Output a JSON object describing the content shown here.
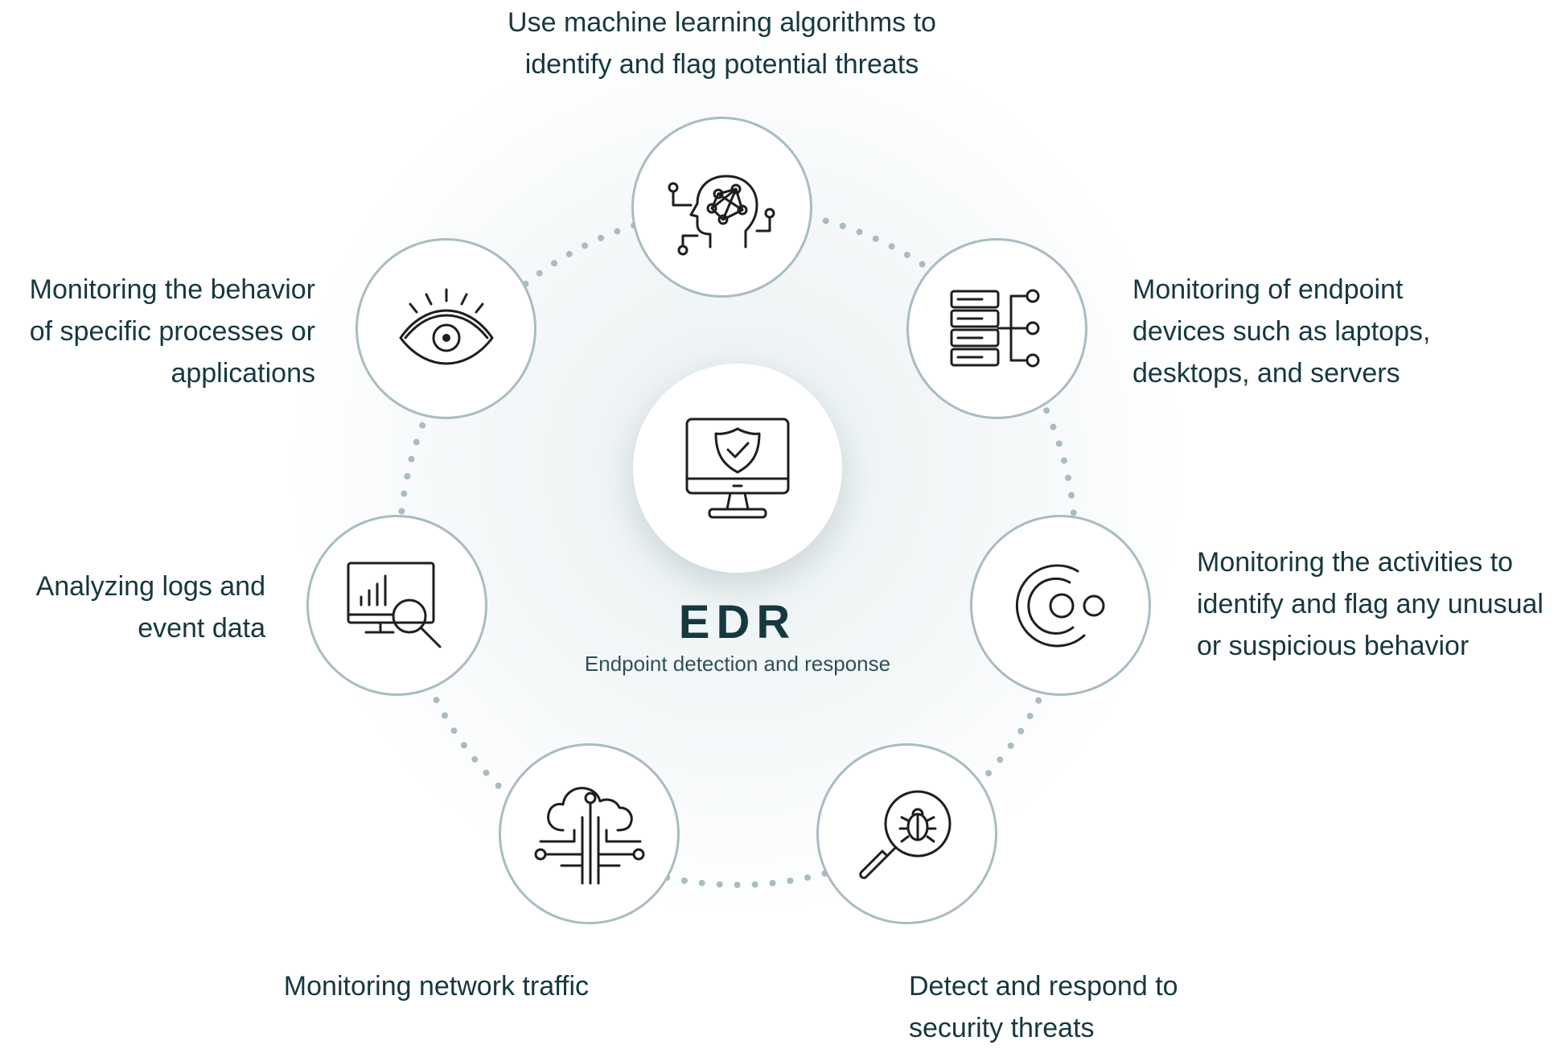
{
  "center": {
    "title": "EDR",
    "subtitle": "Endpoint detection and response",
    "icon": "monitor-shield-icon"
  },
  "features": [
    {
      "icon": "ai-head-icon",
      "text": "Use machine learning algorithms to identify and flag potential threats"
    },
    {
      "icon": "server-network-icon",
      "text": "Monitoring of endpoint devices such as laptops, desktops, and servers"
    },
    {
      "icon": "target-activity-icon",
      "text": "Monitoring the activities to identify and flag any unusual or suspicious behavior"
    },
    {
      "icon": "bug-search-icon",
      "text": "Detect and respond to security threats"
    },
    {
      "icon": "cloud-network-icon",
      "text": "Monitoring network traffic"
    },
    {
      "icon": "log-analysis-icon",
      "text": "Analyzing logs and event data"
    },
    {
      "icon": "eye-icon",
      "text": "Monitoring the behavior of specific processes or applications"
    }
  ],
  "colors": {
    "text": "#16383f",
    "ring": "#a9bcc1",
    "dots": "#a9bcc1",
    "icon": "#1e1e1e"
  }
}
